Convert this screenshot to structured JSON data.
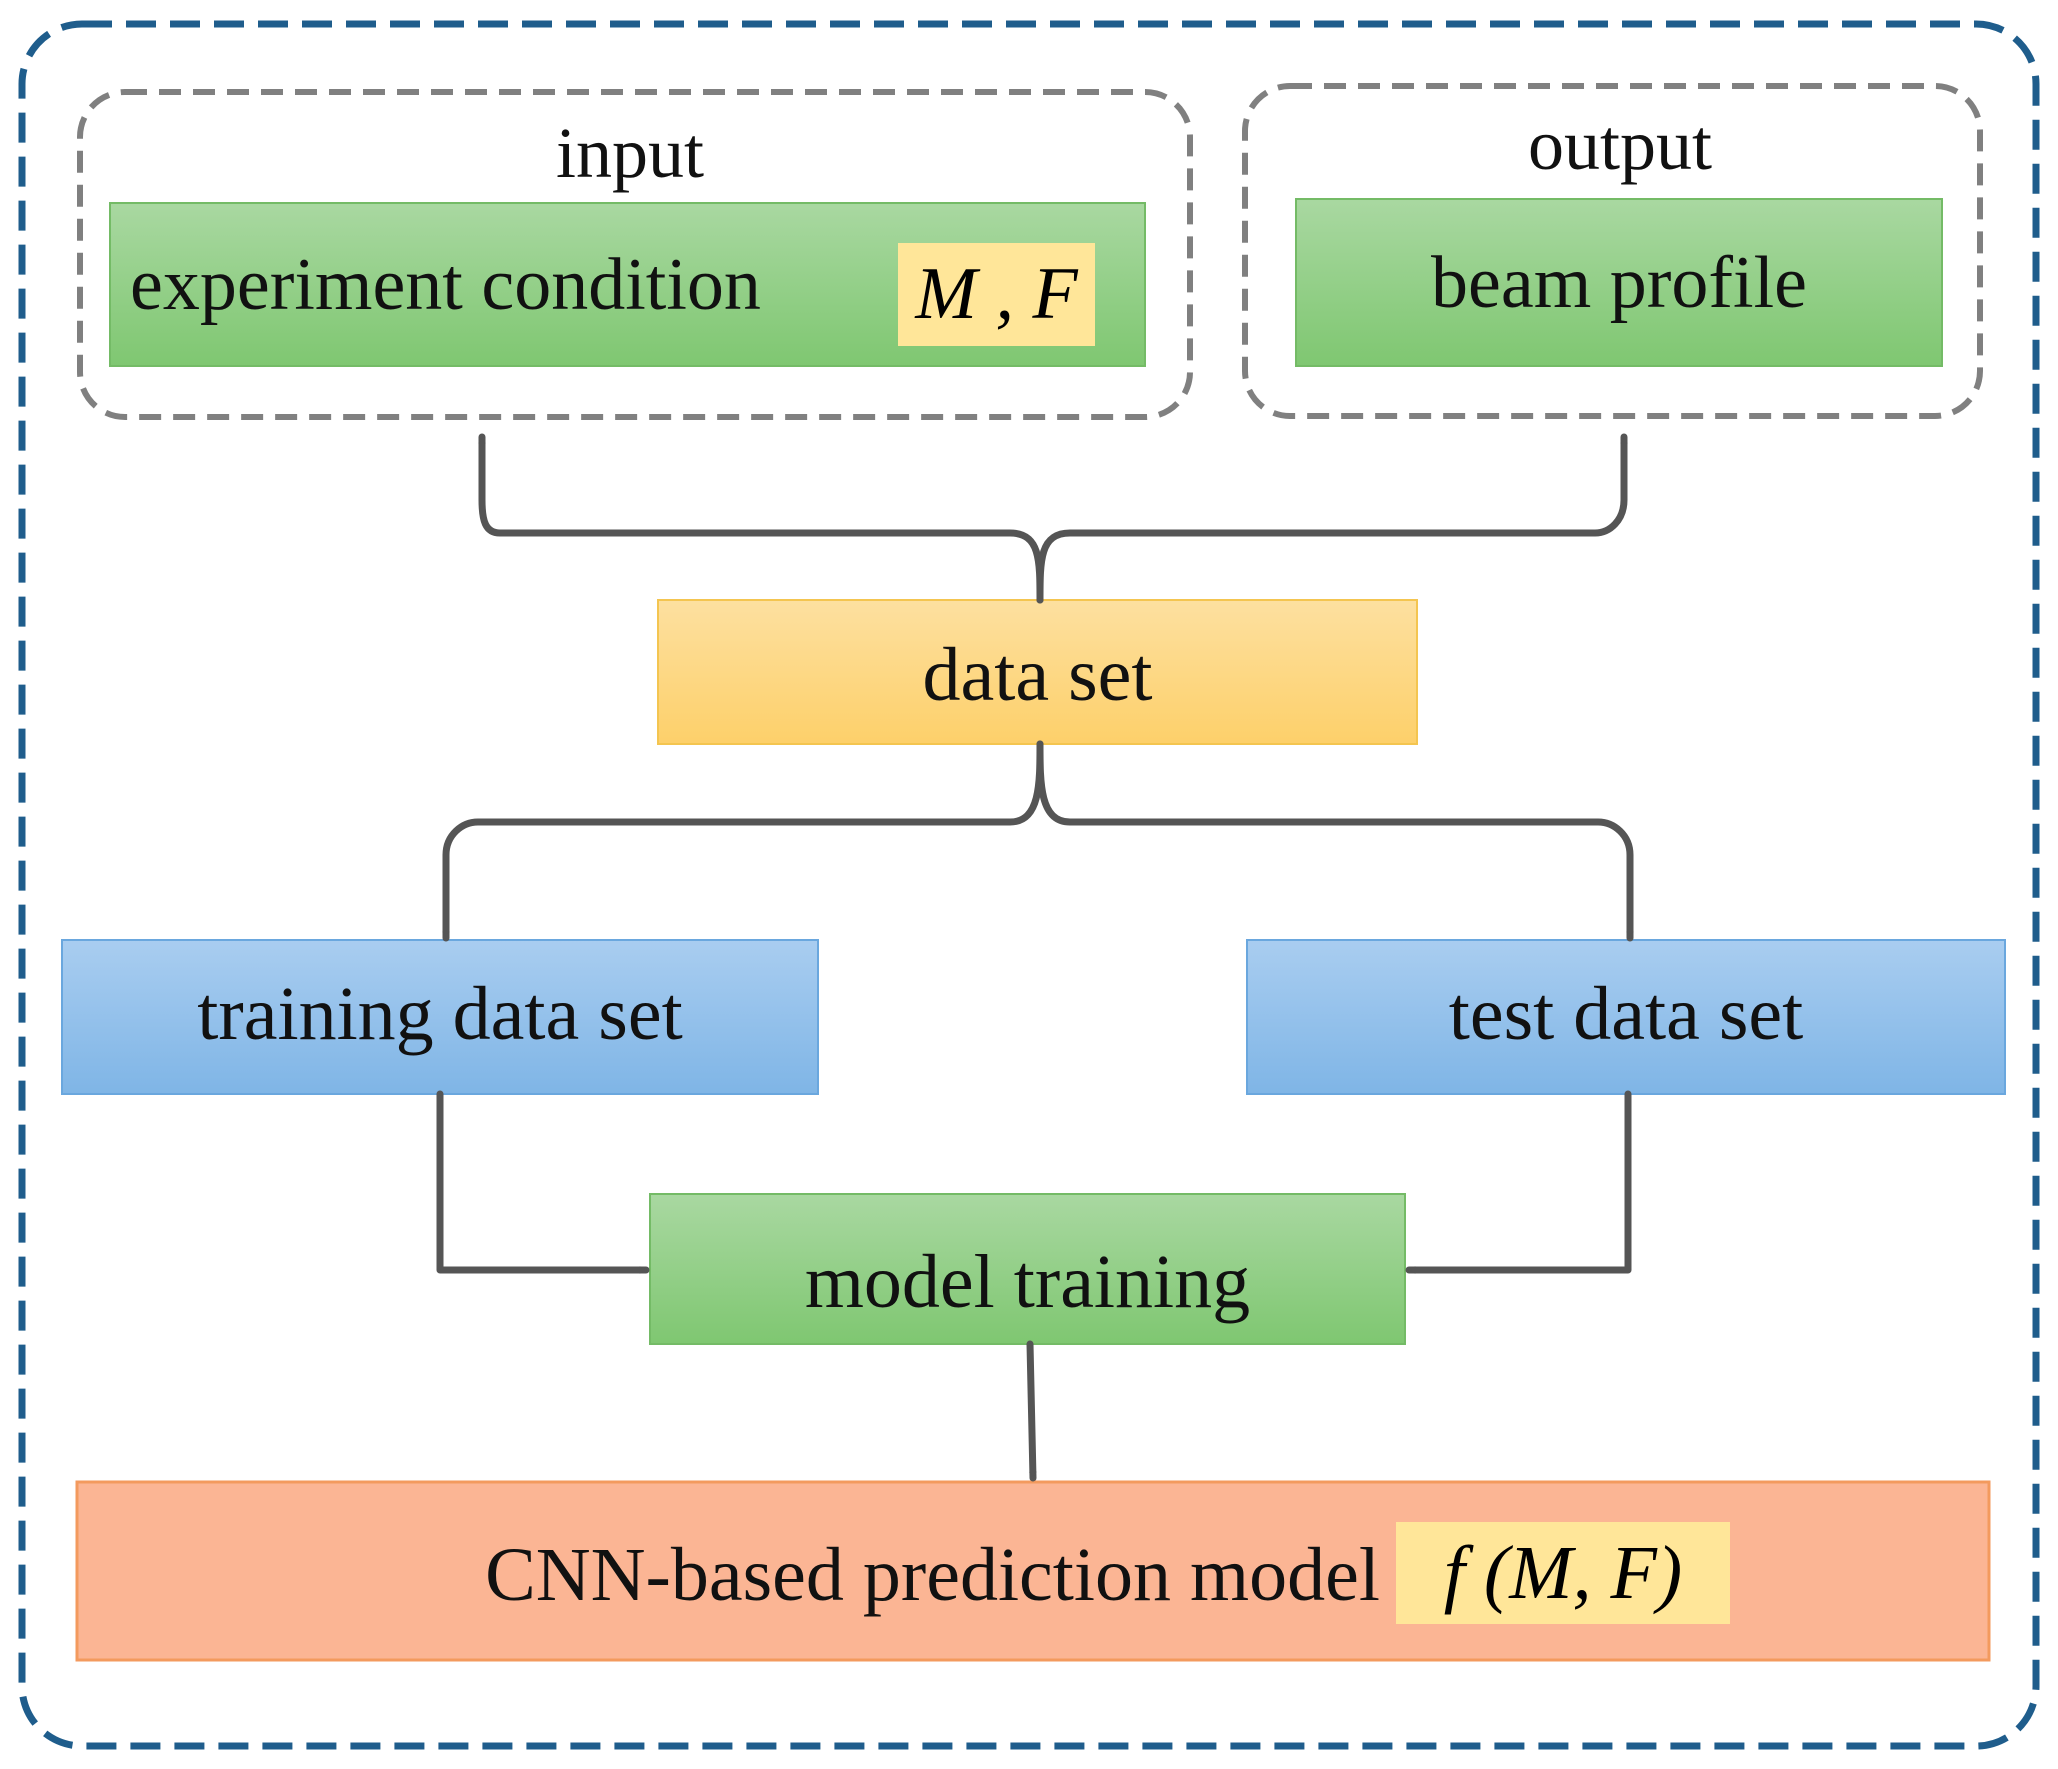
{
  "groups": {
    "input_title": "input",
    "output_title": "output"
  },
  "nodes": {
    "experiment_condition": "experiment condition",
    "experiment_vars": "M , F",
    "beam_profile": "beam profile",
    "data_set": "data set",
    "training_data_set": "training data set",
    "test_data_set": "test data set",
    "model_training": "model training",
    "cnn_model": "CNN-based prediction model",
    "cnn_function": "f (M, F)"
  },
  "colors": {
    "outer_border": "#1f5d8c",
    "group_border": "#808080",
    "green_fill": "#92cf84",
    "yellow_fill": "#fdd77a",
    "blue_fill": "#8fc0ea",
    "orange_fill": "#fbb594",
    "highlight": "#ffe699",
    "arrow": "#555555"
  }
}
